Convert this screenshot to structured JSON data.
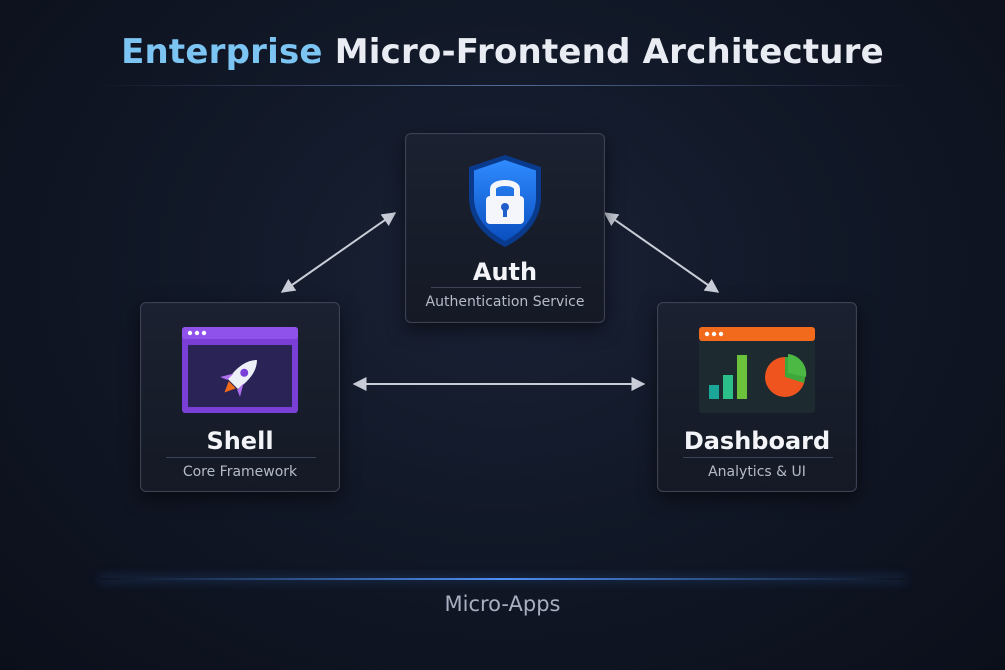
{
  "title": {
    "highlight": "Enterprise",
    "rest": "Micro-Frontend Architecture"
  },
  "cards": {
    "auth": {
      "name": "Auth",
      "description": "Authentication Service",
      "icon": "shield-lock-icon"
    },
    "shell": {
      "name": "Shell",
      "description": "Core Framework",
      "icon": "rocket-window-icon"
    },
    "dashboard": {
      "name": "Dashboard",
      "description": "Analytics & UI",
      "icon": "chart-window-icon"
    }
  },
  "connections": [
    {
      "from": "Shell",
      "to": "Auth",
      "direction": "bidirectional"
    },
    {
      "from": "Auth",
      "to": "Dashboard",
      "direction": "bidirectional"
    },
    {
      "from": "Shell",
      "to": "Dashboard",
      "direction": "bidirectional"
    }
  ],
  "footer": "Micro-Apps",
  "colors": {
    "title_accent": "#7cc4f2",
    "shield": "#1f6fe0",
    "shell_window": "#7a3fd6",
    "dashboard_header": "#f26b1d",
    "bar_teal": "#1aa79a",
    "bar_green": "#6cc23a",
    "pie_orange": "#f0541e",
    "pie_green": "#3fa83a",
    "footer_glow": "#4a90ff"
  }
}
